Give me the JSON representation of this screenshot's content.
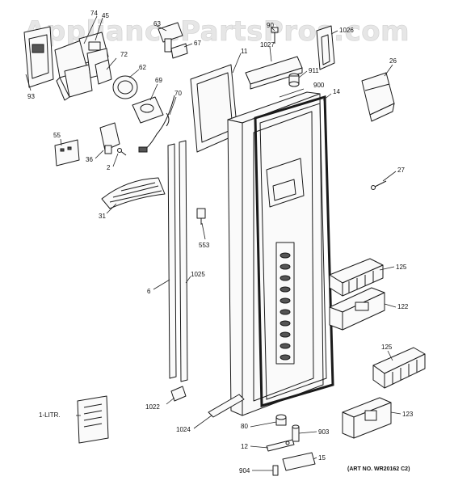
{
  "watermark": "AppliancePartsPros.com",
  "art_number": "(ART NO. WR20162 C2)",
  "labels": {
    "l74": "74",
    "l45": "45",
    "l63": "63",
    "l67": "67",
    "l90": "90",
    "l1026": "1026",
    "l1027": "1027",
    "l11": "11",
    "l72": "72",
    "l62": "62",
    "l93": "93",
    "l911": "911",
    "l26": "26",
    "l900": "900",
    "l14": "14",
    "l69": "69",
    "l70": "70",
    "l55": "55",
    "l36": "36",
    "l2": "2",
    "l27": "27",
    "l31": "31",
    "l553": "553",
    "l125a": "125",
    "l6": "6",
    "l1025": "1025",
    "l122": "122",
    "l125b": "125",
    "l1litr": "1-LITR.",
    "l1022": "1022",
    "l123": "123",
    "l1024": "1024",
    "l80": "80",
    "l903": "903",
    "l12": "12",
    "l15": "15",
    "l904": "904"
  }
}
